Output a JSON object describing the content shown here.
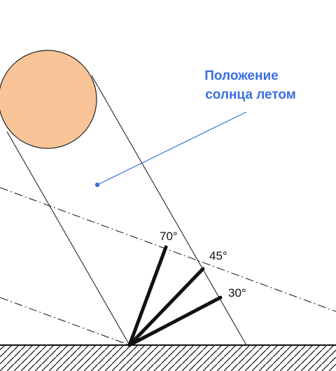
{
  "caption": {
    "line1": "Положение",
    "line2": "солнца летом"
  },
  "angles": [
    "70°",
    "45°",
    "30°"
  ],
  "colors": {
    "sun_fill": "#f9c497",
    "sun_stroke": "#222222",
    "caption": "#3a6fe0",
    "lines": "#111111"
  }
}
